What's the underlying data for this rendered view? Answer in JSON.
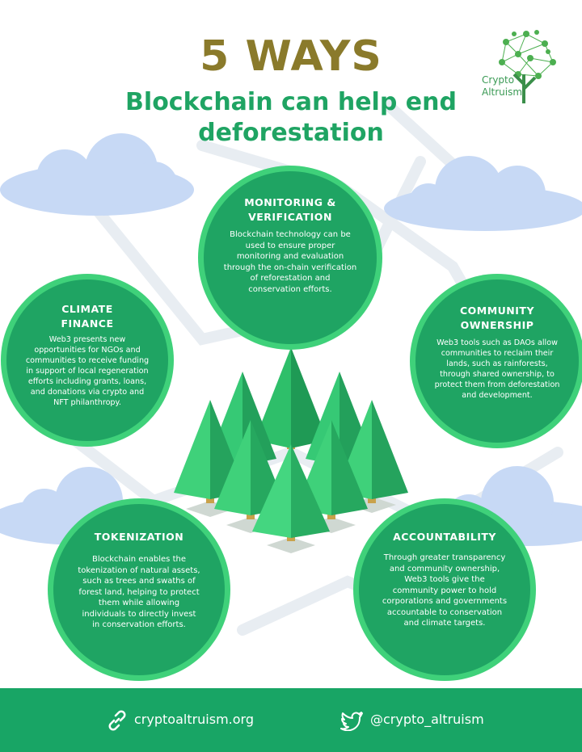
{
  "header": {
    "title": "5 WAYS",
    "subtitle": "Blockchain can help end deforestation"
  },
  "logo": {
    "line1": "Crypto",
    "line2": "Altruism"
  },
  "ways": [
    {
      "title": "MONITORING & VERIFICATION",
      "text": "Blockchain technology can be used to ensure proper monitoring and evaluation through the on-chain verification of reforestation and conservation efforts."
    },
    {
      "title": "CLIMATE FINANCE",
      "text": "Web3 presents new opportunities for NGOs and communities to receive funding in support of local regeneration efforts including grants, loans, and donations via crypto and NFT philanthropy."
    },
    {
      "title": "COMMUNITY OWNERSHIP",
      "text": "Web3 tools such as DAOs allow communities to reclaim their lands, such as rainforests, through shared ownership, to protect them from deforestation and development."
    },
    {
      "title": "TOKENIZATION",
      "text": "Blockchain enables the tokenization of natural assets, such as trees and swaths of forest land, helping to protect them while allowing individuals to directly invest in conservation efforts."
    },
    {
      "title": "ACCOUNTABILITY",
      "text": "Through greater transparency and community ownership, Web3 tools give the community power to hold corporations and governments accountable to conservation and climate targets."
    }
  ],
  "footer": {
    "website": "cryptoaltruism.org",
    "twitter": "@crypto_altruism"
  },
  "colors": {
    "title_gold": "#8a7a2b",
    "green": "#1fa463",
    "green_ring": "#3fd17a",
    "cloud": "#c7d9f5",
    "footer": "#18a565"
  },
  "icons": [
    "link-icon",
    "twitter-bird-icon",
    "tree-logo-icon"
  ]
}
